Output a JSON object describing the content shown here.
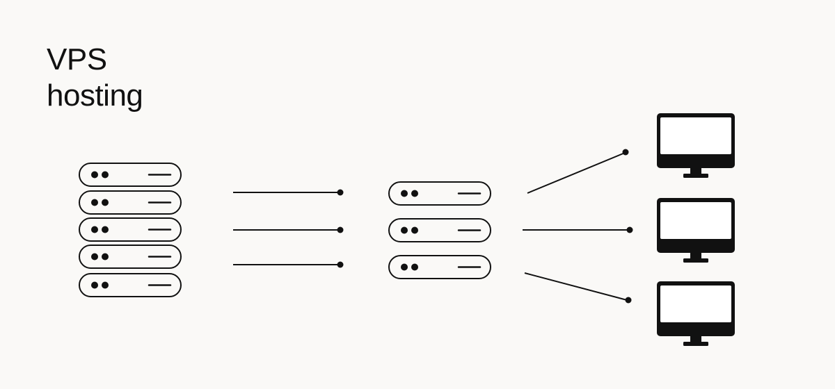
{
  "title": {
    "line1": "VPS",
    "line2": "hosting"
  },
  "diagram": {
    "physical_server_units": 5,
    "virtual_server_units": 3,
    "client_computers": 3,
    "icons": [
      "server-unit-icon",
      "monitor-icon",
      "connection-line"
    ]
  },
  "colors": {
    "background": "#faf9f7",
    "ink": "#111111",
    "screen": "#ffffff"
  }
}
